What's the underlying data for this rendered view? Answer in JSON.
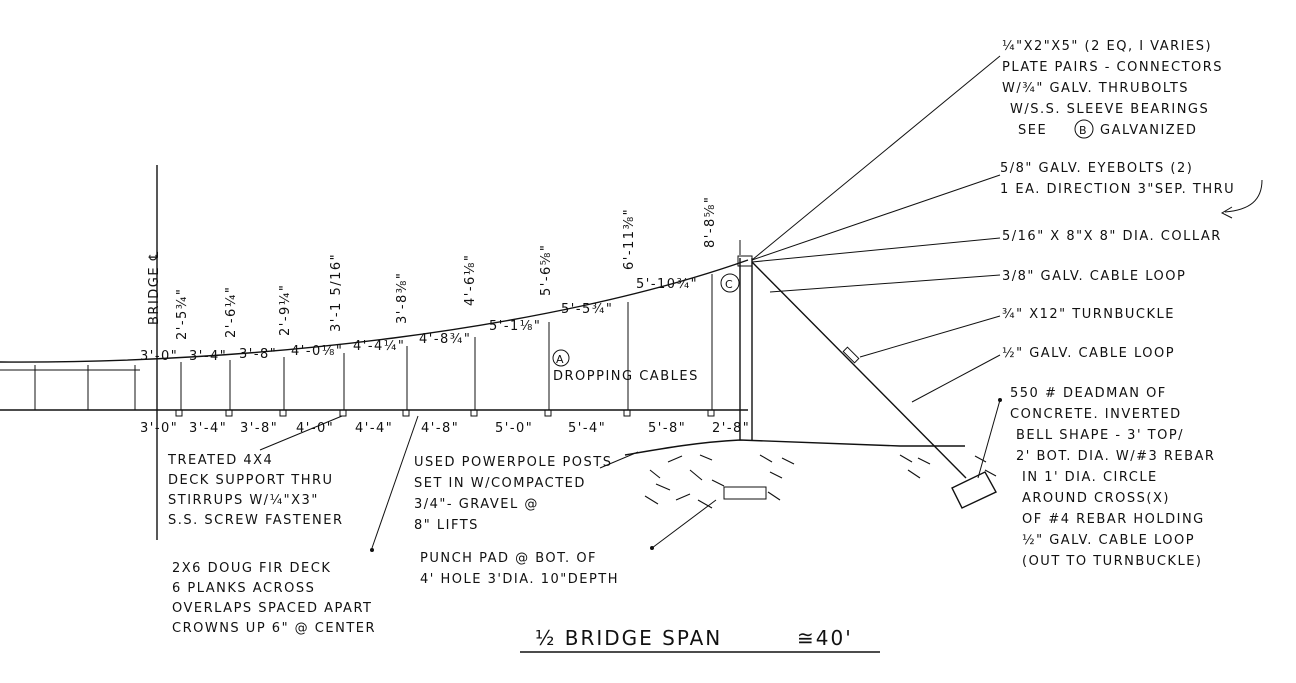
{
  "centerline": {
    "label": "BRIDGE ℄"
  },
  "cable_heights": [
    "2'-5¾\"",
    "2'-6¼\"",
    "2'-9¼\"",
    "3'-1 5/16\"",
    "3'-8⅜\"",
    "4'-6⅛\"",
    "5'-6⅝\"",
    "6'-11⅜\"",
    "8'-8⅝\""
  ],
  "deck_top_dims": [
    "3'-0\"",
    "3'-4\"",
    "3'-8\"",
    "4'-0⅛\"",
    "4'-4¼\"",
    "4'-8¾\"",
    "5'-1⅛\"",
    "5'-5¾\"",
    "5'-10¾\""
  ],
  "deck_bottom_dims": [
    "3'-0\"",
    "3'-4\"",
    "3'-8\"",
    "4'-0\"",
    "4'-4\"",
    "4'-8\"",
    "5'-0\"",
    "5'-4\"",
    "5'-8\"",
    "2'-8\""
  ],
  "markers": {
    "a": "A",
    "c": "C",
    "b": "B"
  },
  "dropping_cables": "DROPPING CABLES",
  "notes": {
    "plate_pairs": [
      "¼\"x2\"x5\" (2 EQ, I VARIES)",
      "PLATE PAIRS - CONNECTORS",
      "W/¾\" GALV. THRUBOLTS",
      "W/S.S. SLEEVE BEARINGS",
      "SEE",
      "GALVANIZED"
    ],
    "eyebolts": [
      "5/8\" GALV. EYEBOLTS (2)",
      "1 EA. DIRECTION 3\"SEP. THRU"
    ],
    "collar": "5/16\" x 8\"x 8\" DIA. COLLAR",
    "cable_loop_38": "3/8\" GALV. CABLE LOOP",
    "turnbuckle": "¾\" x12\" TURNBUCKLE",
    "cable_loop_12": "½\" GALV. CABLE LOOP",
    "deadman": [
      "550 # DEADMAN OF",
      "CONCRETE. INVERTED",
      "BELL SHAPE - 3' TOP/",
      "2' BOT. DIA. W/#3 REBAR",
      "IN 1' DIA. CIRCLE",
      "AROUND CROSS(X)",
      "OF #4 REBAR HOLDING",
      "½\" GALV. CABLE LOOP",
      "(OUT TO TURNBUCKLE)"
    ],
    "treated": [
      "TREATED 4x4",
      "DECK SUPPORT THRU",
      "STIRRUPS W/¼\"x3\"",
      "S.S. SCREW FASTENER"
    ],
    "deck": [
      "2x6 DOUG FIR DECK",
      "6 PLANKS ACROSS",
      "OVERLAPS SPACED APART",
      "CROWNS UP 6\" @ CENTER"
    ],
    "posts": [
      "USED POWERPOLE POSTS",
      "SET IN W/COMPACTED",
      "3/4\"- GRAVEL @",
      "8\" LIFTS"
    ],
    "punch": [
      "PUNCH PAD @ BOT. OF",
      "4' HOLE 3'DIA. 10\"DEPTH"
    ]
  },
  "title": {
    "text": "½ BRIDGE SPAN",
    "approx": "≅40'"
  }
}
